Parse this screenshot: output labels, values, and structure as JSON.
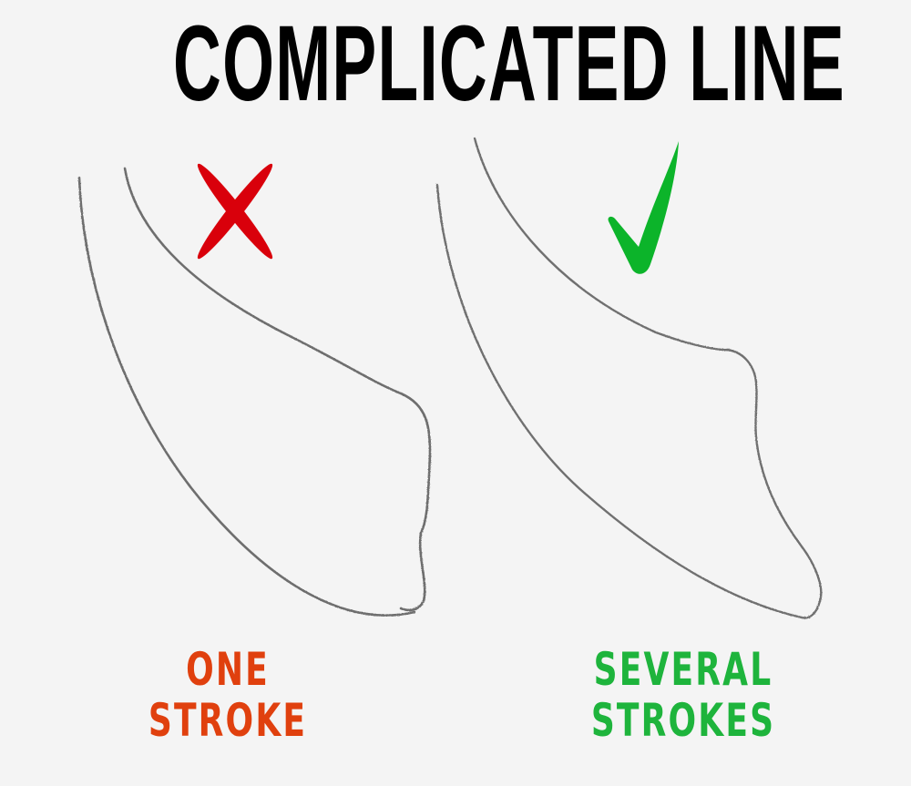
{
  "title": "COMPLICATED LINE",
  "examples": [
    {
      "id": "bad",
      "mark": "cross-icon",
      "mark_color": "#d9000b",
      "label_lines": [
        "ONE",
        "STROKE"
      ],
      "label_color": "#e0400e"
    },
    {
      "id": "good",
      "mark": "checkmark-icon",
      "mark_color": "#0cb42a",
      "label_lines": [
        "SEVERAL",
        "STROKES"
      ],
      "label_color": "#1eb43c"
    }
  ],
  "colors": {
    "background": "#f4f4f4",
    "title": "#000000",
    "pencil_line": "#7a7a7a"
  }
}
